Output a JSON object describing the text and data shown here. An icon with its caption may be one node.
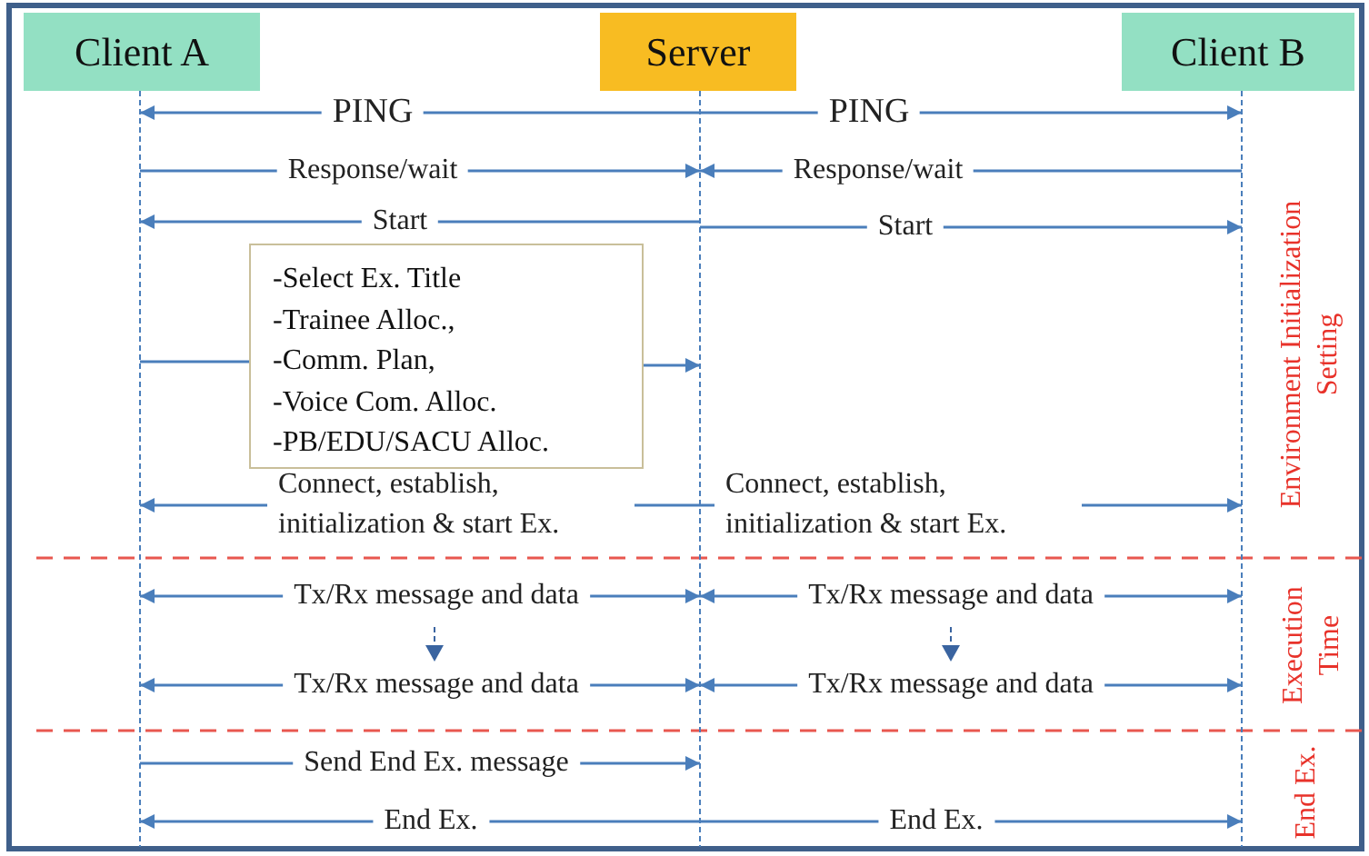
{
  "diagram": {
    "nodes": [
      {
        "text": [
          "Client A"
        ]
      },
      {
        "text": [
          "Server"
        ]
      },
      {
        "text": [
          "Client B"
        ]
      },
      {
        "text": [
          "-Select Ex. Title",
          "-Trainee Alloc.,",
          "-Comm. Plan,",
          "-Voice Com. Alloc.",
          "-PB/EDU/SACU Alloc."
        ]
      }
    ],
    "edges": [
      {
        "from": 1,
        "to": 0,
        "arrow": "to",
        "label": "PING"
      },
      {
        "from": 1,
        "to": 2,
        "arrow": "to",
        "label": "PING"
      },
      {
        "from": 0,
        "to": 1,
        "arrow": "to",
        "label": "Response/wait"
      },
      {
        "from": 2,
        "to": 1,
        "arrow": "to",
        "label": "Response/wait"
      },
      {
        "from": 1,
        "to": 0,
        "arrow": "to",
        "label": "Start"
      },
      {
        "from": 1,
        "to": 2,
        "arrow": "to",
        "label": "Start"
      },
      {
        "from": 0,
        "to": 3,
        "arrow": "none"
      },
      {
        "from": 3,
        "to": 1,
        "arrow": "to"
      },
      {
        "from": 1,
        "to": 0,
        "arrow": "to",
        "label": "Connect, establish, initialization & start Ex."
      },
      {
        "from": 1,
        "to": 2,
        "arrow": "to",
        "label": "Connect, establish, initialization & start Ex."
      },
      {
        "from": 0,
        "to": 1,
        "arrow": "both",
        "label": "Tx/Rx message and data"
      },
      {
        "from": 1,
        "to": 2,
        "arrow": "both",
        "label": "Tx/Rx message and data"
      },
      {
        "from": 0,
        "to": 1,
        "arrow": "both",
        "label": "Tx/Rx message and data"
      },
      {
        "from": 1,
        "to": 2,
        "arrow": "both",
        "label": "Tx/Rx message and data"
      },
      {
        "from": 0,
        "to": 1,
        "arrow": "to",
        "label": "Send End Ex. message"
      },
      {
        "from": 1,
        "to": 0,
        "arrow": "to",
        "label": "End Ex."
      },
      {
        "from": 1,
        "to": 2,
        "arrow": "to",
        "label": "End Ex."
      }
    ],
    "labels": [
      "Environment Initialization Setting",
      "Execution Time",
      "End Ex."
    ]
  }
}
